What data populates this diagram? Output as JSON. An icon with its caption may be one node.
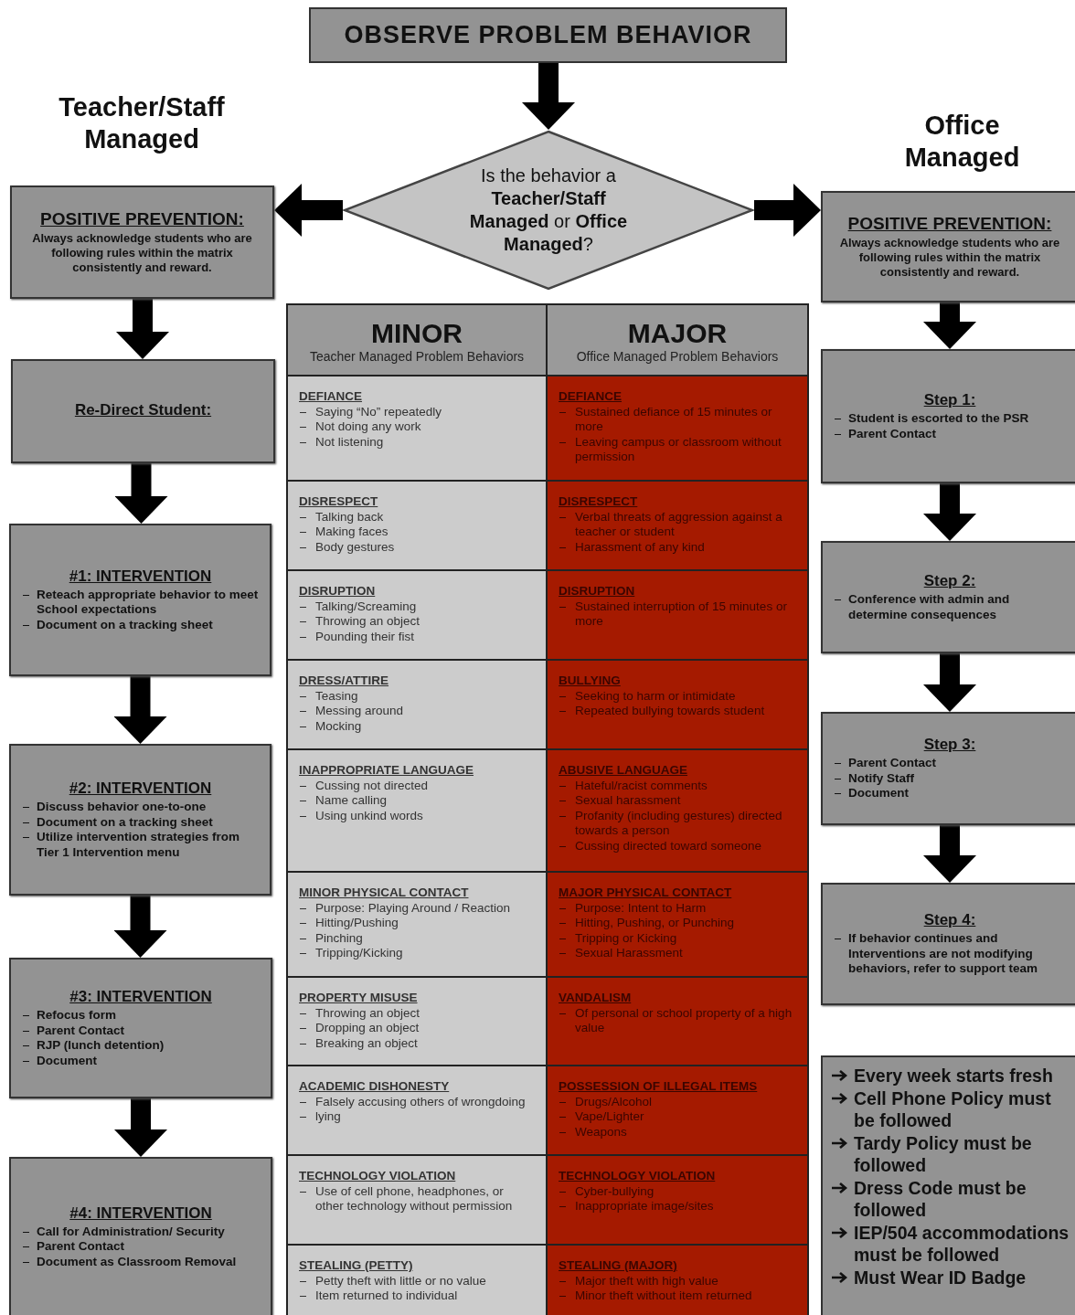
{
  "diagram": {
    "nodes": [
      {
        "text": [
          "OBSERVE PROBLEM BEHAVIOR"
        ]
      },
      {
        "text": [
          "Is the behavior a **Teacher/Staff Managed** or **Office Managed**?"
        ]
      },
      {
        "text": [
          "POSITIVE PREVENTION:",
          "Always acknowledge students who are following rules within the matrix consistently and reward."
        ]
      },
      {
        "text": [
          "Re-Direct Student:"
        ]
      },
      {
        "text": [
          "#1: INTERVENTION",
          "Reteach appropriate behavior to meet School expectations",
          "Document on a tracking sheet"
        ]
      },
      {
        "text": [
          "#2: INTERVENTION",
          "Discuss behavior one-to-one",
          "Document on a tracking sheet",
          "Utilize intervention strategies from Tier 1 Intervention menu"
        ]
      },
      {
        "text": [
          "#3: INTERVENTION",
          "Refocus form",
          "Parent Contact",
          "RJP (lunch detention)",
          "Document"
        ]
      },
      {
        "text": [
          "#4: INTERVENTION",
          "Call for Administration/ Security",
          "Parent Contact",
          "Document as Classroom Removal"
        ]
      },
      {
        "text": [
          "POSITIVE PREVENTION:",
          "Always acknowledge students who are following rules within the matrix consistently and reward."
        ]
      },
      {
        "text": [
          "Step 1:",
          "Student is escorted to the PSR",
          "Parent Contact"
        ]
      },
      {
        "text": [
          "Step 2:",
          "Conference with admin and determine consequences"
        ]
      },
      {
        "text": [
          "Step 3:",
          "Parent Contact",
          "Notify Staff",
          "Document"
        ]
      },
      {
        "text": [
          "Step 4:",
          "If behavior continues and Interventions are not modifying behaviors, refer to support team"
        ]
      },
      {
        "text": [
          "Every week starts fresh",
          "Cell Phone Policy must be followed",
          "Tardy Policy must be followed",
          "Dress Code must be followed",
          "IEP/504 accommodations must be followed",
          "Must Wear ID Badge"
        ]
      },
      {
        "text": [
          "MINOR",
          "Teacher Managed Problem Behaviors"
        ]
      },
      {
        "text": [
          "MAJOR",
          "Office Managed Problem Behaviors"
        ]
      },
      {
        "text": [
          "DEFIANCE",
          "Saying “No” repeatedly",
          "Not doing any work",
          "Not listening"
        ]
      },
      {
        "text": [
          "DEFIANCE",
          "Sustained defiance of 15 minutes or more",
          "Leaving campus or classroom without permission"
        ]
      },
      {
        "text": [
          "DISRESPECT",
          "Talking back",
          "Making faces",
          "Body gestures"
        ]
      },
      {
        "text": [
          "DISRESPECT",
          "Verbal threats of aggression against a teacher or student",
          "Harassment of any kind"
        ]
      },
      {
        "text": [
          "DISRUPTION",
          "Talking/Screaming",
          "Throwing an object",
          "Pounding their fist"
        ]
      },
      {
        "text": [
          "DISRUPTION",
          "Sustained interruption of 15 minutes or more"
        ]
      },
      {
        "text": [
          "DRESS/ATTIRE",
          "Teasing",
          "Messing around",
          "Mocking"
        ]
      },
      {
        "text": [
          "BULLYING",
          "Seeking to harm or intimidate",
          "Repeated bullying towards student"
        ]
      },
      {
        "text": [
          "INAPPROPRIATE LANGUAGE",
          "Cussing not directed",
          "Name calling",
          "Using unkind words"
        ]
      },
      {
        "text": [
          "ABUSIVE LANGUAGE",
          "Hateful/racist comments",
          "Sexual harassment",
          "Profanity (including gestures) directed towards a person",
          "Cussing directed toward someone"
        ]
      },
      {
        "text": [
          "MINOR PHYSICAL CONTACT",
          "Purpose: Playing Around / Reaction",
          "Hitting/Pushing",
          "Pinching",
          "Tripping/Kicking"
        ]
      },
      {
        "text": [
          "MAJOR PHYSICAL CONTACT",
          "Purpose: Intent to Harm",
          "Hitting, Pushing, or Punching",
          "Tripping or Kicking",
          "Sexual Harassment"
        ]
      },
      {
        "text": [
          "PROPERTY MISUSE",
          "Throwing an object",
          "Dropping an object",
          "Breaking an object"
        ]
      },
      {
        "text": [
          "VANDALISM",
          "Of personal or school property of a high value"
        ]
      },
      {
        "text": [
          "ACADEMIC DISHONESTY",
          "Falsely accusing others of wrongdoing",
          "lying"
        ]
      },
      {
        "text": [
          "POSSESSION OF ILLEGAL ITEMS",
          "Drugs/Alcohol",
          "Vape/Lighter",
          "Weapons"
        ]
      },
      {
        "text": [
          "TECHNOLOGY VIOLATION",
          "Use of cell phone, headphones, or other technology without permission"
        ]
      },
      {
        "text": [
          "TECHNOLOGY VIOLATION",
          "Cyber-bullying",
          "Inappropriate image/sites"
        ]
      },
      {
        "text": [
          "STEALING (PETTY)",
          "Petty theft with little or no value",
          "Item returned to individual"
        ]
      },
      {
        "text": [
          "STEALING (MAJOR)",
          "Major theft with high value",
          "Minor theft without item returned"
        ]
      }
    ],
    "edges": [
      {
        "from": 0,
        "to": 1,
        "arrow": "to"
      },
      {
        "from": 1,
        "to": 2,
        "arrow": "to"
      },
      {
        "from": 1,
        "to": 8,
        "arrow": "to"
      },
      {
        "from": 2,
        "to": 3,
        "arrow": "to"
      },
      {
        "from": 3,
        "to": 4,
        "arrow": "to"
      },
      {
        "from": 4,
        "to": 5,
        "arrow": "to"
      },
      {
        "from": 5,
        "to": 6,
        "arrow": "to"
      },
      {
        "from": 6,
        "to": 7,
        "arrow": "to"
      },
      {
        "from": 8,
        "to": 9,
        "arrow": "to"
      },
      {
        "from": 9,
        "to": 10,
        "arrow": "to"
      },
      {
        "from": 10,
        "to": 11,
        "arrow": "to"
      },
      {
        "from": 11,
        "to": 12,
        "arrow": "to"
      }
    ],
    "labels": [
      "Teacher/Staff Managed",
      "Office Managed"
    ]
  }
}
